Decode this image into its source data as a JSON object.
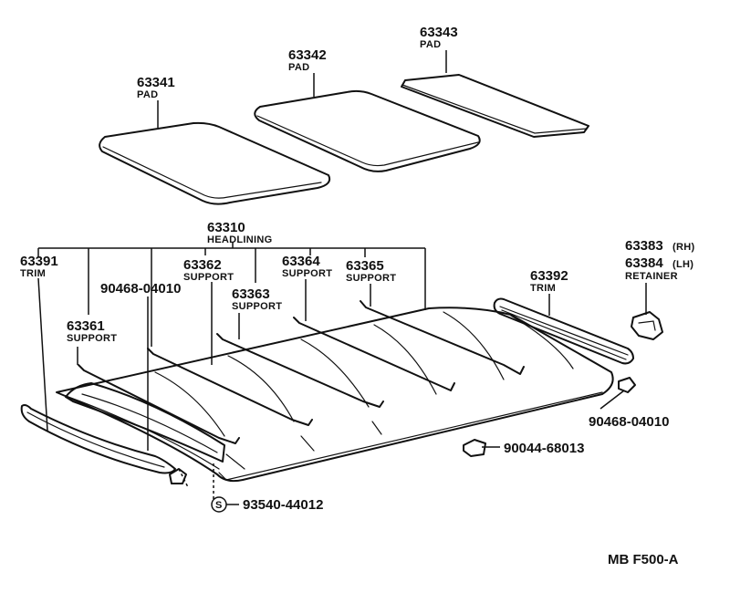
{
  "labels": {
    "pad_63341": {
      "number": "63341",
      "name": "PAD"
    },
    "pad_63342": {
      "number": "63342",
      "name": "PAD"
    },
    "pad_63343": {
      "number": "63343",
      "name": "PAD"
    },
    "headlining": {
      "number": "63310",
      "name": "HEADLINING"
    },
    "trim_63391": {
      "number": "63391",
      "name": "TRIM"
    },
    "screw_90468_a": {
      "number": "90468-04010"
    },
    "support_63362": {
      "number": "63362",
      "name": "SUPPORT"
    },
    "support_63363": {
      "number": "63363",
      "name": "SUPPORT"
    },
    "support_63364": {
      "number": "63364",
      "name": "SUPPORT"
    },
    "support_63365": {
      "number": "63365",
      "name": "SUPPORT"
    },
    "support_63361": {
      "number": "63361",
      "name": "SUPPORT"
    },
    "trim_63392": {
      "number": "63392",
      "name": "TRIM"
    },
    "retainer": {
      "number_rh": "63383",
      "suffix_rh": "(RH)",
      "number_lh": "63384",
      "suffix_lh": "(LH)",
      "name": "RETAINER"
    },
    "screw_90468_b": {
      "number": "90468-04010"
    },
    "clip_90044": {
      "number": "90044-68013"
    },
    "screw_93540": {
      "symbol": "S",
      "number": "93540-44012"
    }
  },
  "diagram_code": "MB F500-A"
}
